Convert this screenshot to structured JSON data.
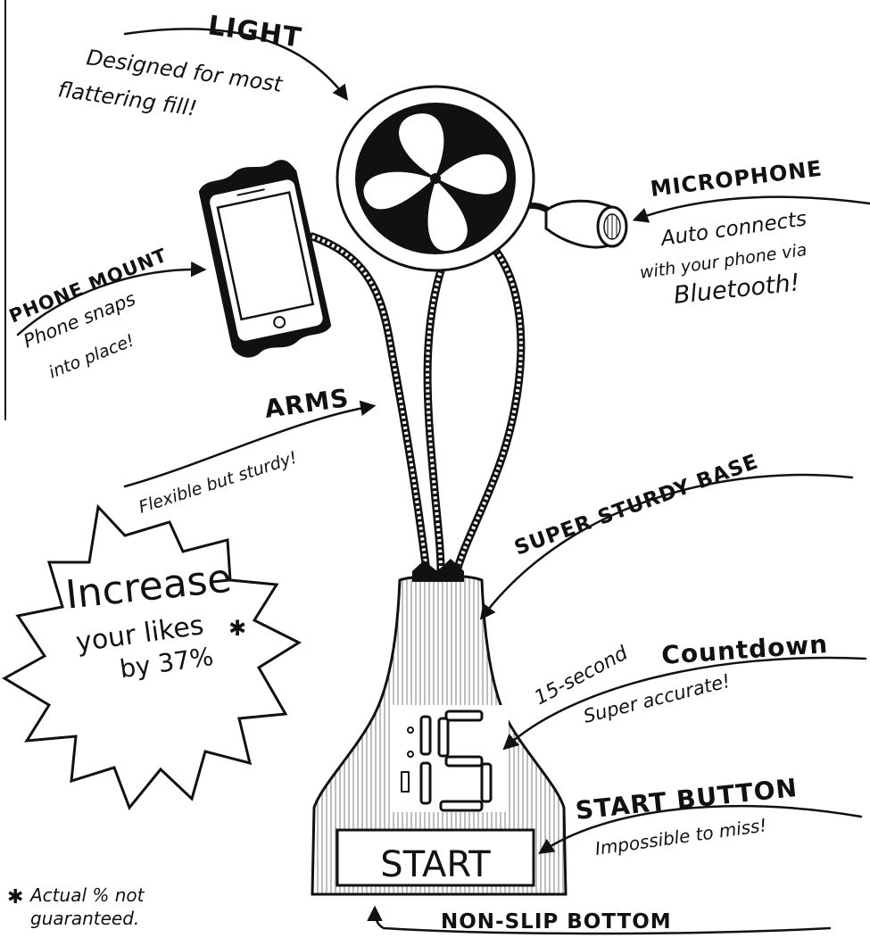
{
  "labels": {
    "light": {
      "title": "LIGHT",
      "line1": "Designed for most",
      "line2": "flattering fill!"
    },
    "microphone": {
      "title": "MICROPHONE",
      "line1": "Auto connects",
      "line2": "with your phone via",
      "line3": "Bluetooth!"
    },
    "phone_mount": {
      "title": "PHONE MOUNT",
      "line1": "Phone snaps",
      "line2": "into place!"
    },
    "arms": {
      "title": "ARMS",
      "line1": "Flexible but sturdy!"
    },
    "base": {
      "title": "SUPER STURDY BASE"
    },
    "countdown": {
      "title_prefix": "15-second",
      "title_bold": "Countdown",
      "line1": "Super accurate!"
    },
    "start_button": {
      "title": "START BUTTON",
      "line1": "Impossible to miss!"
    },
    "non_slip": {
      "title": "NON-SLIP BOTTOM"
    }
  },
  "burst": {
    "line1": "Increase",
    "line2": "your likes",
    "line3": "by 37%",
    "mark": "✱"
  },
  "device": {
    "display": "15",
    "button_label": "START"
  },
  "footnote": {
    "mark": "✱",
    "line1": "Actual % not",
    "line2": "guaranteed."
  }
}
